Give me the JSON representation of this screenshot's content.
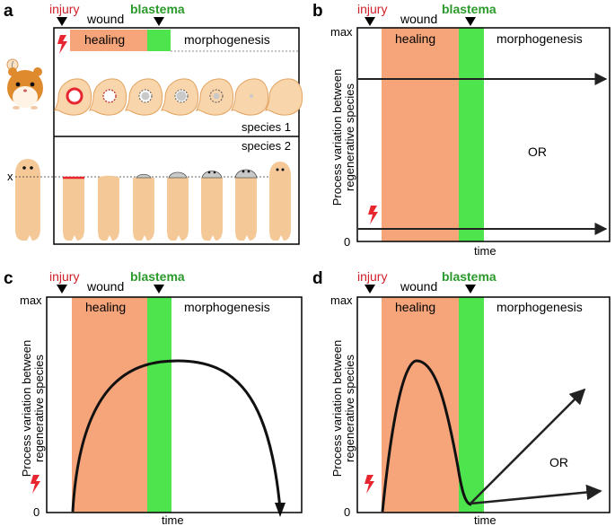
{
  "panels": {
    "a": {
      "label": "a"
    },
    "b": {
      "label": "b"
    },
    "c": {
      "label": "c"
    },
    "d": {
      "label": "d"
    }
  },
  "markers": {
    "injury": "injury",
    "wound": "wound",
    "healing": "healing",
    "blastema": "blastema",
    "morphogenesis": "morphogenesis"
  },
  "panel_a": {
    "species1": "species 1",
    "species2": "species 2",
    "cut_mark": "x"
  },
  "axes": {
    "ylabel_line1": "Process variation between",
    "ylabel_line2": "regenerative species",
    "ymax": "max",
    "yzero": "0",
    "xlabel": "time"
  },
  "panel_b": {
    "or_text": "OR"
  },
  "panel_d": {
    "or_text": "OR"
  },
  "colors": {
    "healing": "#f6a57b",
    "blastema": "#4ee44e",
    "injury": "#d0202a",
    "blastema_text": "#2a9a2a",
    "tissue": "#f5c898",
    "tissue_edge": "#e8a060"
  }
}
